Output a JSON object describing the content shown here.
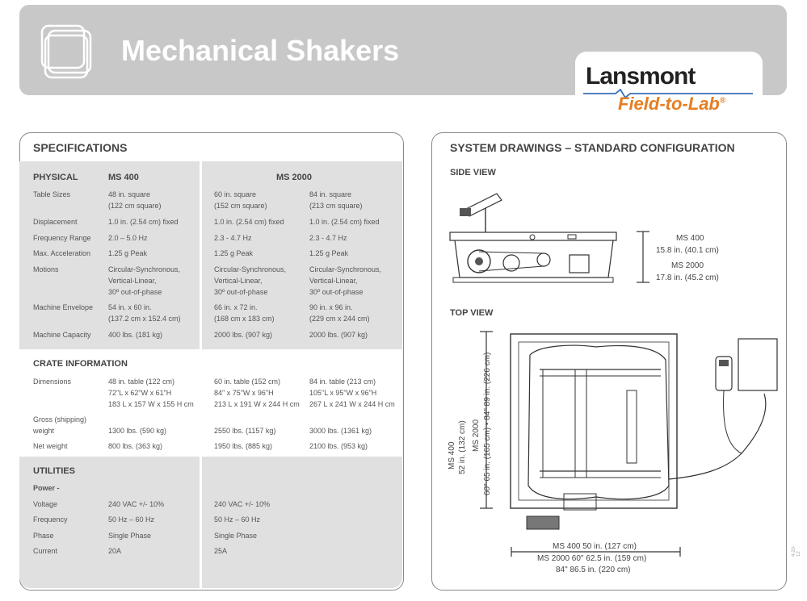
{
  "header": {
    "title": "Mechanical Shakers",
    "brand": "Lansmont",
    "tagline": "Field-to-Lab",
    "trademark": "®"
  },
  "specs": {
    "title": "SPECIFICATIONS",
    "physical": {
      "heading": "PHYSICAL",
      "col_ms400": "MS 400",
      "col_ms2000": "MS 2000",
      "rows": [
        {
          "label": "Table Sizes",
          "c1": [
            "48 in. square",
            "(122 cm square)"
          ],
          "c2": [
            "60 in. square",
            "(152 cm square)"
          ],
          "c3": [
            "84 in. square",
            "(213 cm square)"
          ]
        },
        {
          "label": "Displacement",
          "c1": [
            "1.0 in. (2.54 cm) fixed"
          ],
          "c2": [
            "1.0 in. (2.54 cm) fixed"
          ],
          "c3": [
            "1.0 in. (2.54 cm) fixed"
          ]
        },
        {
          "label": "Frequency Range",
          "c1": [
            "2.0 – 5.0 Hz"
          ],
          "c2": [
            "2.3 - 4.7 Hz"
          ],
          "c3": [
            "2.3 - 4.7 Hz"
          ]
        },
        {
          "label": "Max. Acceleration",
          "c1": [
            "1.25 g Peak"
          ],
          "c2": [
            "1.25 g Peak"
          ],
          "c3": [
            "1.25 g Peak"
          ]
        },
        {
          "label": "Motions",
          "c1": [
            "Circular-Synchronous,",
            "Vertical-Linear,",
            "30º out-of-phase"
          ],
          "c2": [
            "Circular-Synchronous,",
            "Vertical-Linear,",
            "30º out-of-phase"
          ],
          "c3": [
            "Circular-Synchronous,",
            "Vertical-Linear,",
            "30º out-of-phase"
          ]
        },
        {
          "label": "Machine Envelope",
          "c1": [
            "54 in. x 60 in.",
            "(137.2 cm x 152.4 cm)"
          ],
          "c2": [
            "66 in. x 72 in.",
            "(168 cm x 183 cm)"
          ],
          "c3": [
            "90 in. x 96 in.",
            "(229 cm x 244 cm)"
          ]
        },
        {
          "label": "Machine Capacity",
          "c1": [
            "400 lbs. (181 kg)"
          ],
          "c2": [
            "2000 lbs. (907 kg)"
          ],
          "c3": [
            "2000 lbs. (907 kg)"
          ]
        }
      ]
    },
    "crate": {
      "heading": "CRATE INFORMATION",
      "rows": [
        {
          "label": [
            "Dimensions"
          ],
          "c1": [
            "48 in. table (122 cm)",
            "72\"L x 62\"W x 61\"H",
            "183 L x 157 W x 155 H cm"
          ],
          "c2": [
            "60 in. table (152 cm)",
            "84\" x 75\"W x 96\"H",
            "213 L x 191 W x 244 H cm"
          ],
          "c3": [
            "84 in. table (213 cm)",
            "105\"L x 95\"W x 96\"H",
            "267 L x 241 W x 244 H cm"
          ]
        },
        {
          "label": [
            "Gross (shipping)",
            "weight"
          ],
          "c1": [
            "1300 lbs. (590 kg)"
          ],
          "c2": [
            "2550 lbs. (1157 kg)"
          ],
          "c3": [
            "3000 lbs. (1361 kg)"
          ]
        },
        {
          "label": [
            "Net weight"
          ],
          "c1": [
            "800 lbs. (363 kg)"
          ],
          "c2": [
            "1950 lbs. (885 kg)"
          ],
          "c3": [
            "2100 lbs. (953 kg)"
          ]
        }
      ]
    },
    "utilities": {
      "heading": "UTILITIES",
      "subheading": "Power -",
      "rows": [
        {
          "label": "Voltage",
          "c1": "240 VAC +/- 10%",
          "c2": "240 VAC +/- 10%"
        },
        {
          "label": "Frequency",
          "c1": "50 Hz – 60 Hz",
          "c2": "50 Hz – 60 Hz"
        },
        {
          "label": "Phase",
          "c1": "Single Phase",
          "c2": "Single Phase"
        },
        {
          "label": "Current",
          "c1": "20A",
          "c2": "25A"
        }
      ]
    }
  },
  "drawings": {
    "title": "SYSTEM DRAWINGS – STANDARD CONFIGURATION",
    "side_view": {
      "label": "SIDE VIEW",
      "ms400": "MS 400",
      "ms400_dim": "15.8 in. (40.1 cm)",
      "ms2000": "MS 2000",
      "ms2000_dim": "17.8 in. (45.2 cm)"
    },
    "top_view": {
      "label": "TOP VIEW",
      "h_line1": "MS 400  50 in. (127 cm)",
      "h_line2": "MS 2000  60\"  62.5 in. (159 cm)",
      "h_line3": "84\"  86.5 in. (220 cm)",
      "v_line1": "MS 400",
      "v_line2": "52 in. (132 cm)",
      "v_line3": "MS 2000",
      "v_line4": "60\" 65 in. (165 cm) • 84\" 89 in. (226 cm)"
    }
  },
  "stamp": "4-20-12"
}
